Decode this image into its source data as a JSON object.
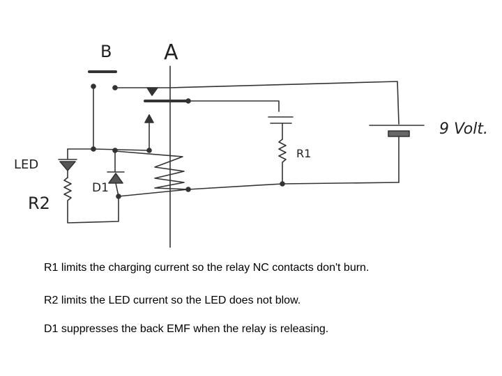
{
  "labels": {
    "b": "B",
    "a": "A",
    "led": "LED",
    "r1": "R1",
    "r2": "R2",
    "d1": "D1",
    "battery": "9 Volt."
  },
  "captions": [
    "R1 limits the charging current so the relay NC contacts don't burn.",
    "R2 limits the LED current so the LED does not blow.",
    "D1 suppresses the back EMF when the relay is releasing."
  ]
}
